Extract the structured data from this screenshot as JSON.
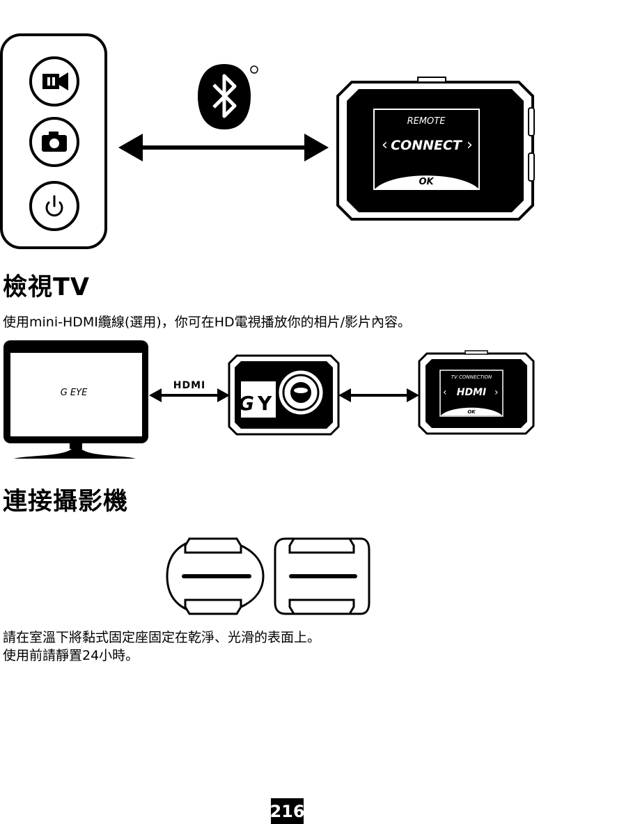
{
  "remote_screen": {
    "title": "REMOTE",
    "main": "CONNECT",
    "ok": "OK"
  },
  "section_tv": {
    "heading": "檢視TV",
    "description": "使用mini-HDMI纜線(選用)，你可在HD電視播放你的相片/影片內容。",
    "tv_logo": "G EYE",
    "cable_label": "HDMI",
    "camera_screen": {
      "title": "TV CONNECTION",
      "main": "HDMI",
      "ok": "OK"
    }
  },
  "section_mount": {
    "heading": "連接攝影機",
    "line1": "請在室溫下將黏式固定座固定在乾淨、光滑的表面上。",
    "line2": "使用前請靜置24小時。"
  },
  "page_number": "216",
  "icons": [
    "video-icon",
    "camera-icon",
    "power-icon",
    "bluetooth-icon"
  ]
}
